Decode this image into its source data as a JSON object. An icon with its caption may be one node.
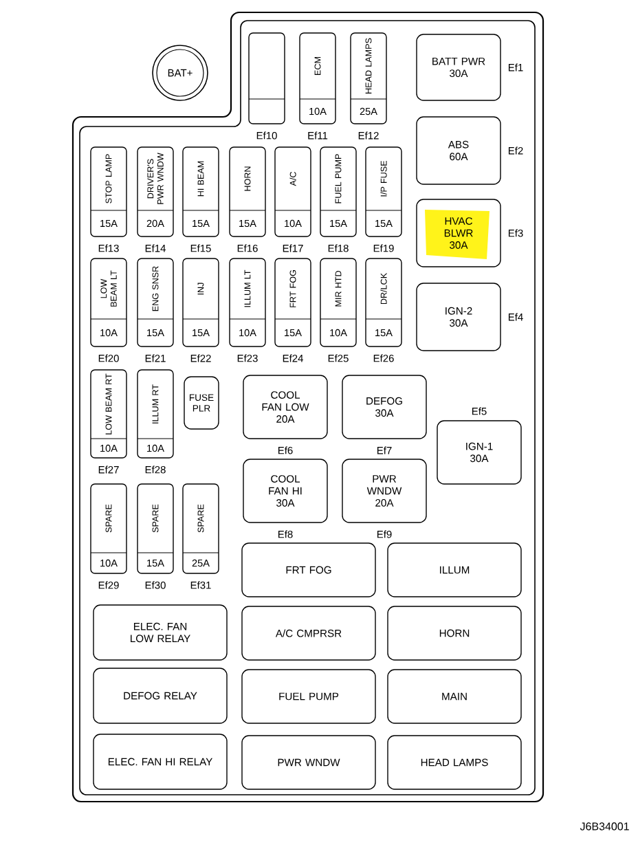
{
  "diagram": {
    "nodes": [
      {
        "text": [
          "BAT+"
        ]
      },
      {
        "text": [],
        "shape": "box",
        "beside": [
          "Ef10"
        ]
      },
      {
        "text": [
          "ECM",
          "10A"
        ],
        "beside": [
          "Ef11"
        ]
      },
      {
        "text": [
          "HEAD LAMPS",
          "25A"
        ],
        "beside": [
          "Ef12"
        ]
      },
      {
        "text": [
          "BATT PWR",
          "30A"
        ],
        "beside": [
          "Ef1"
        ]
      },
      {
        "text": [
          "STOP LAMP",
          "15A"
        ],
        "beside": [
          "Ef13"
        ]
      },
      {
        "text": [
          "DRIVER'S PWR WNDW",
          "20A"
        ],
        "beside": [
          "Ef14"
        ]
      },
      {
        "text": [
          "HI BEAM",
          "15A"
        ],
        "beside": [
          "Ef15"
        ]
      },
      {
        "text": [
          "HORN",
          "15A"
        ],
        "beside": [
          "Ef16"
        ]
      },
      {
        "text": [
          "A/C",
          "10A"
        ],
        "beside": [
          "Ef17"
        ]
      },
      {
        "text": [
          "FUEL PUMP",
          "15A"
        ],
        "beside": [
          "Ef18"
        ]
      },
      {
        "text": [
          "I/P FUSE",
          "15A"
        ],
        "beside": [
          "Ef19"
        ]
      },
      {
        "text": [
          "ABS",
          "60A"
        ],
        "beside": [
          "Ef2"
        ]
      },
      {
        "text": [
          "HVAC BLWR",
          "30A"
        ],
        "beside": [
          "Ef3"
        ]
      },
      {
        "text": [
          "LOW BEAM LT",
          "10A"
        ],
        "beside": [
          "Ef20"
        ]
      },
      {
        "text": [
          "ENG SNSR",
          "15A"
        ],
        "beside": [
          "Ef21"
        ]
      },
      {
        "text": [
          "INJ",
          "15A"
        ],
        "beside": [
          "Ef22"
        ]
      },
      {
        "text": [
          "ILLUM LT",
          "10A"
        ],
        "beside": [
          "Ef23"
        ]
      },
      {
        "text": [
          "FRT FOG",
          "15A"
        ],
        "beside": [
          "Ef24"
        ]
      },
      {
        "text": [
          "MIR HTD",
          "10A"
        ],
        "beside": [
          "Ef25"
        ]
      },
      {
        "text": [
          "DR/LCK",
          "15A"
        ],
        "beside": [
          "Ef26"
        ]
      },
      {
        "text": [
          "IGN-2",
          "30A"
        ],
        "beside": [
          "Ef4"
        ]
      },
      {
        "text": [
          "LOW BEAM RT",
          "10A"
        ],
        "beside": [
          "Ef27"
        ]
      },
      {
        "text": [
          "ILLUM RT",
          "10A"
        ],
        "beside": [
          "Ef28"
        ]
      },
      {
        "text": [
          "FUSE PLR"
        ]
      },
      {
        "text": [
          "COOL FAN LOW",
          "20A"
        ],
        "beside": [
          "Ef6"
        ]
      },
      {
        "text": [
          "DEFOG",
          "30A"
        ],
        "beside": [
          "Ef7"
        ]
      },
      {
        "text": [
          "IGN-1",
          "30A"
        ],
        "beside": [
          "Ef5"
        ]
      },
      {
        "text": [
          "COOL FAN HI",
          "30A"
        ],
        "beside": [
          "Ef8"
        ]
      },
      {
        "text": [
          "PWR WNDW",
          "20A"
        ],
        "beside": [
          "Ef9"
        ]
      },
      {
        "text": [
          "SPARE",
          "10A"
        ],
        "beside": [
          "Ef29"
        ]
      },
      {
        "text": [
          "SPARE",
          "15A"
        ],
        "beside": [
          "Ef30"
        ]
      },
      {
        "text": [
          "SPARE",
          "25A"
        ],
        "beside": [
          "Ef31"
        ]
      },
      {
        "text": [
          "FRT FOG"
        ]
      },
      {
        "text": [
          "ILLUM"
        ]
      },
      {
        "text": [
          "ELEC. FAN LOW RELAY"
        ]
      },
      {
        "text": [
          "A/C CMPRSR"
        ]
      },
      {
        "text": [
          "HORN"
        ]
      },
      {
        "text": [
          "DEFOG RELAY"
        ]
      },
      {
        "text": [
          "FUEL PUMP"
        ]
      },
      {
        "text": [
          "MAIN"
        ]
      },
      {
        "text": [
          "ELEC. FAN HI RELAY"
        ]
      },
      {
        "text": [
          "PWR WNDW"
        ]
      },
      {
        "text": [
          "HEAD LAMPS"
        ]
      }
    ],
    "labels": [
      "J6B34001"
    ]
  }
}
